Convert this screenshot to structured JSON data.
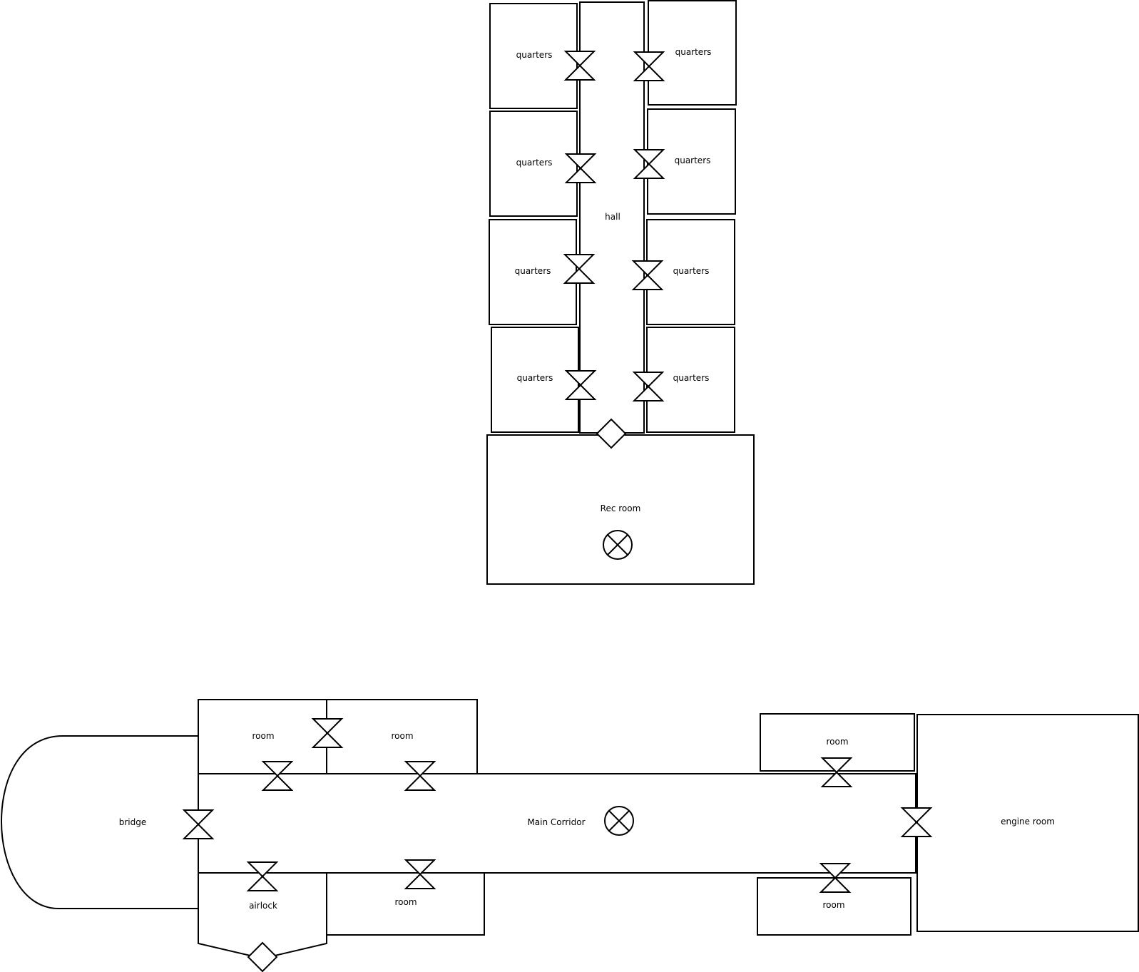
{
  "colors": {
    "stroke": "#000000",
    "fill": "#ffffff",
    "background": "#ffffff"
  },
  "upper_deck": {
    "hall": "hall",
    "quarters_left": [
      "quarters",
      "quarters",
      "quarters",
      "quarters"
    ],
    "quarters_right": [
      "quarters",
      "quarters",
      "quarters",
      "quarters"
    ],
    "rec_room": "Rec room"
  },
  "lower_deck": {
    "bridge": "bridge",
    "main_corridor": "Main Corridor",
    "room_top_left": "room",
    "room_top_mid": "room",
    "room_top_right": "room",
    "room_bottom_mid": "room",
    "room_bottom_right": "room",
    "airlock": "airlock",
    "engine_room": "engine room"
  },
  "icons": {
    "door": "hourglass-door-icon",
    "hatch": "diamond-hatch-icon",
    "ladder": "circle-x-icon"
  }
}
